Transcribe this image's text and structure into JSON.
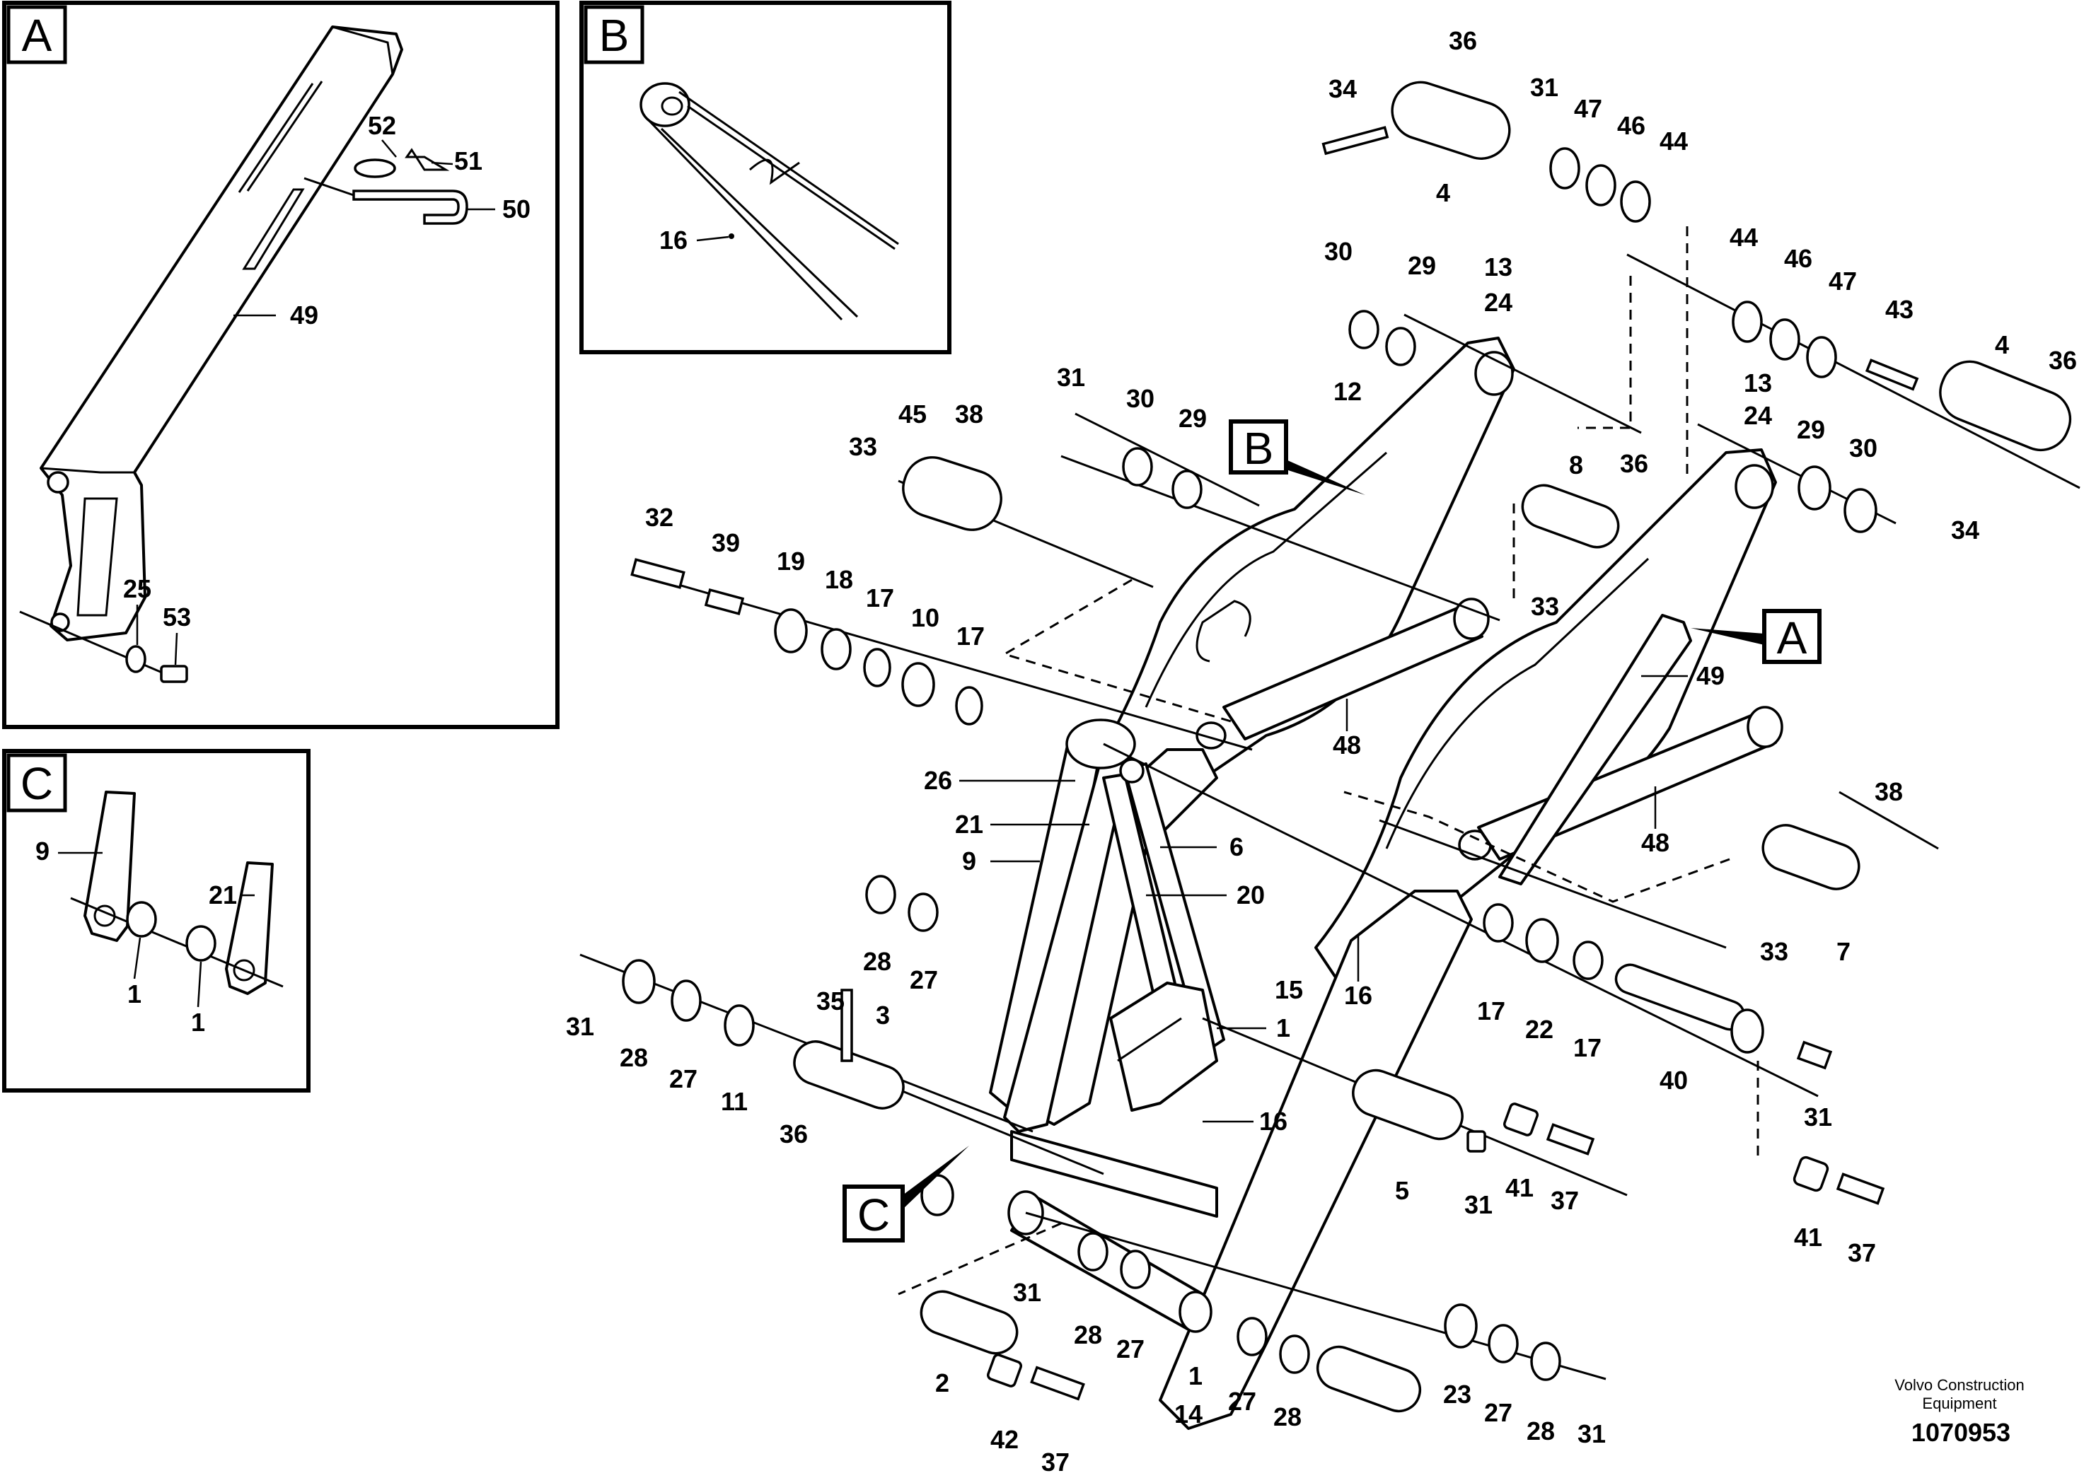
{
  "insets": {
    "a": {
      "tag": "A",
      "labels": {
        "l52": "52",
        "l51": "51",
        "l50": "50",
        "l49": "49",
        "l25": "25",
        "l53": "53"
      }
    },
    "b": {
      "tag": "B",
      "labels": {
        "l16": "16"
      }
    },
    "c": {
      "tag": "C",
      "labels": {
        "l9": "9",
        "l21": "21",
        "l1a": "1",
        "l1b": "1"
      }
    }
  },
  "callouts": {
    "a": "A",
    "b": "B",
    "c": "C"
  },
  "labels": {
    "top_right": [
      "36",
      "34",
      "31",
      "47",
      "46",
      "44",
      "4",
      "44",
      "46",
      "47",
      "43",
      "4",
      "36",
      "34",
      "13",
      "24",
      "29",
      "30"
    ],
    "upper_mid": [
      "30",
      "29",
      "13",
      "24",
      "12",
      "31",
      "30",
      "29",
      "45",
      "38",
      "33",
      "8",
      "36",
      "33"
    ],
    "left_row": [
      "32",
      "39",
      "19",
      "18",
      "17",
      "10",
      "17"
    ],
    "center": [
      "26",
      "21",
      "6",
      "9",
      "20",
      "48",
      "49",
      "48",
      "15",
      "16",
      "1",
      "16"
    ],
    "right_mid": [
      "38",
      "7",
      "33",
      "17",
      "22",
      "17",
      "40",
      "31",
      "41",
      "37"
    ],
    "lower_left": [
      "28",
      "27",
      "35",
      "3",
      "31",
      "28",
      "27",
      "11",
      "36"
    ],
    "lower_mid": [
      "5",
      "31",
      "41",
      "37"
    ],
    "bottom": [
      "31",
      "2",
      "42",
      "37",
      "28",
      "27",
      "1",
      "14",
      "27",
      "28",
      "23",
      "27",
      "28",
      "31"
    ]
  },
  "footer": {
    "brand_line1": "Volvo Construction",
    "brand_line2": "Equipment",
    "doc_number": "1070953"
  }
}
